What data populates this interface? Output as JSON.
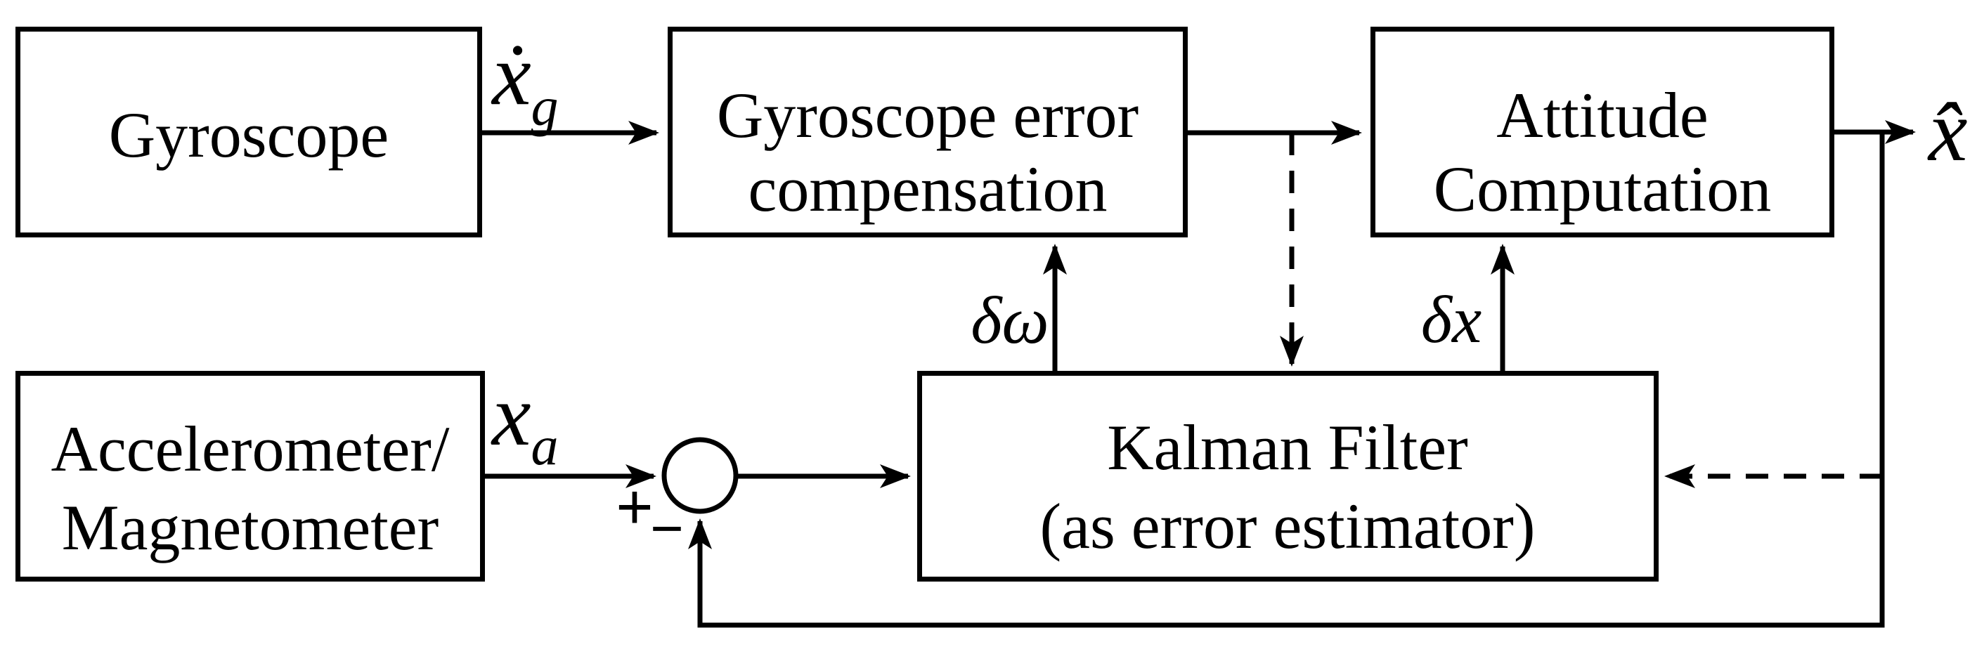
{
  "diagram": {
    "colors": {
      "ink": "#000000",
      "background": "#ffffff"
    },
    "boxes": {
      "gyroscope": {
        "label": "Gyroscope"
      },
      "gyro_error_compensation": {
        "line1": "Gyroscope error",
        "line2": "compensation"
      },
      "attitude_computation": {
        "line1": "Attitude",
        "line2": "Computation"
      },
      "accel_magnetometer": {
        "line1": "Accelerometer/",
        "line2": "Magnetometer"
      },
      "kalman_filter": {
        "line1": "Kalman Filter",
        "line2": "(as error estimator)"
      }
    },
    "signals": {
      "gyro_measurement": {
        "base": "ẋ",
        "sub": "g"
      },
      "accel_measurement": {
        "base": "x",
        "sub": "a"
      },
      "attitude_estimate": "x̂",
      "gyro_error_correction": "δω",
      "attitude_error_correction": "δx",
      "sum_plus": "+",
      "sum_minus": "−"
    }
  }
}
